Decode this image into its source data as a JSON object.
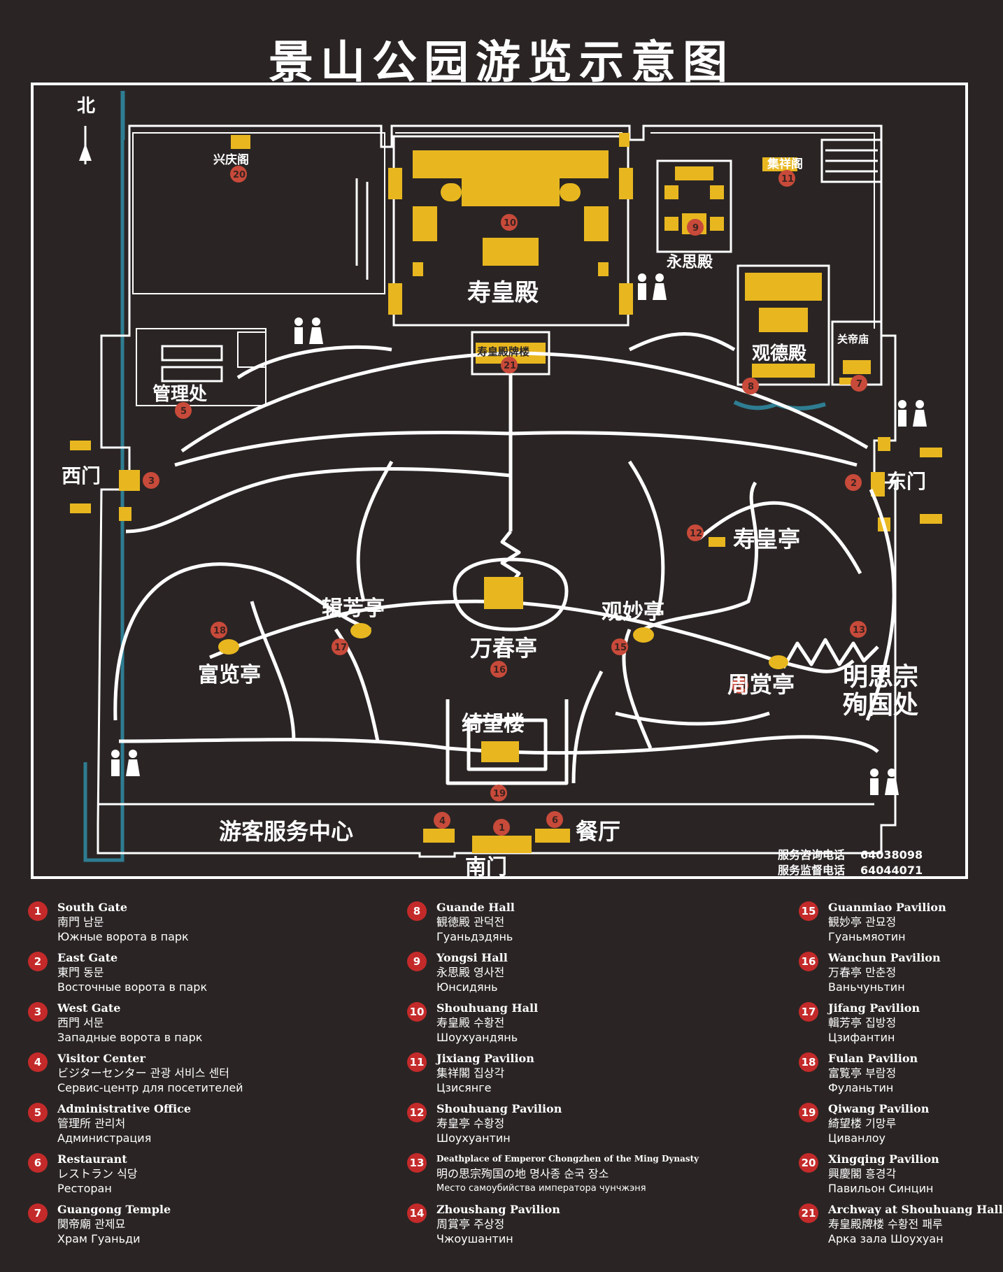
{
  "title": "景山公园游览示意图",
  "map": {
    "north": "北",
    "labels": {
      "xingqing": "兴庆阁",
      "shouhuangdian": "寿皇殿",
      "jixiang": "集祥阁",
      "yongsi": "永思殿",
      "guande": "观德殿",
      "guandi": "关帝庙",
      "paifang": "寿皇殿牌楼",
      "guanli": "管理处",
      "ximen": "西门",
      "dongmen": "东门",
      "shouhuangting": "寿皇亭",
      "jifang": "辑芳亭",
      "guanmiao": "观妙亭",
      "wanchun": "万春亭",
      "fulan": "富览亭",
      "zhoushang": "周赏亭",
      "chongzhen1": "明思宗",
      "chongzhen2": "殉国处",
      "qiwang": "绮望楼",
      "visitor": "游客服务中心",
      "restaurant": "餐厅",
      "nanmen": "南门"
    },
    "phones": {
      "info_label": "服务咨询电话",
      "info_number": "64038098",
      "complaint_label": "服务监督电话",
      "complaint_number": "64044071"
    }
  },
  "legend": [
    {
      "n": "1",
      "en": "South Gate",
      "zh": "南門  남문",
      "ru": "Южные ворота в парк"
    },
    {
      "n": "2",
      "en": "East Gate",
      "zh": "東門  동문",
      "ru": "Восточные ворота в парк"
    },
    {
      "n": "3",
      "en": "West Gate",
      "zh": "西門  서문",
      "ru": "Западные ворота в парк"
    },
    {
      "n": "4",
      "en": "Visitor Center",
      "zh": "ビジターセンター  관광 서비스 센터",
      "ru": "Сервис-центр для посетителей"
    },
    {
      "n": "5",
      "en": "Administrative Office",
      "zh": "管理所  관리처",
      "ru": "Администрация"
    },
    {
      "n": "6",
      "en": "Restaurant",
      "zh": "レストラン  식당",
      "ru": "Ресторан"
    },
    {
      "n": "7",
      "en": "Guangong Temple",
      "zh": "関帝廟  관제묘",
      "ru": "Храм Гуаньди"
    },
    {
      "n": "8",
      "en": "Guande Hall",
      "zh": "観徳殿  관덕전",
      "ru": "Гуаньдэдянь"
    },
    {
      "n": "9",
      "en": "Yongsi Hall",
      "zh": "永思殿  영사전",
      "ru": "Юнсидянь"
    },
    {
      "n": "10",
      "en": "Shouhuang Hall",
      "zh": "寿皇殿  수황전",
      "ru": "Шоухуандянь"
    },
    {
      "n": "11",
      "en": "Jixiang Pavilion",
      "zh": "集祥閣  집상각",
      "ru": "Цзисянгe"
    },
    {
      "n": "12",
      "en": "Shouhuang Pavilion",
      "zh": "寿皇亭  수황정",
      "ru": "Шоухуантин"
    },
    {
      "n": "13",
      "en": "Deathplace of Emperor Chongzhen of the Ming Dynasty",
      "zh": "明の思宗殉国の地  명사종 순국 장소",
      "ru": "Место самоубийства императора чунчжэня"
    },
    {
      "n": "14",
      "en": "Zhoushang Pavilion",
      "zh": "周賞亭  주상정",
      "ru": "Чжоушантин"
    },
    {
      "n": "15",
      "en": "Guanmiao Pavilion",
      "zh": "観妙亭  관묘정",
      "ru": "Гуаньмяотин"
    },
    {
      "n": "16",
      "en": "Wanchun Pavilion",
      "zh": "万春亭  만춘정",
      "ru": "Ваньчуньтин"
    },
    {
      "n": "17",
      "en": "Jifang Pavilion",
      "zh": "輯芳亭  집방정",
      "ru": "Цзифантин"
    },
    {
      "n": "18",
      "en": "Fulan Pavilion",
      "zh": "富覧亭  부람정",
      "ru": "Фуланьтин"
    },
    {
      "n": "19",
      "en": "Qiwang Pavilion",
      "zh": "綺望楼  기망루",
      "ru": "Циванлоу"
    },
    {
      "n": "20",
      "en": "Xingqing Pavilion",
      "zh": "興慶閣  흥경각",
      "ru": "Павильон Синцин"
    },
    {
      "n": "21",
      "en": "Archway at Shouhuang Hall",
      "zh": "寿皇殿牌楼  수황전 패루",
      "ru": "Арка зала Шоухуан"
    }
  ],
  "colors": {
    "background": "#2a2524",
    "building": "#e8b720",
    "path": "#ffffff",
    "moat": "#2e7d92",
    "marker": "#c42a2a"
  }
}
